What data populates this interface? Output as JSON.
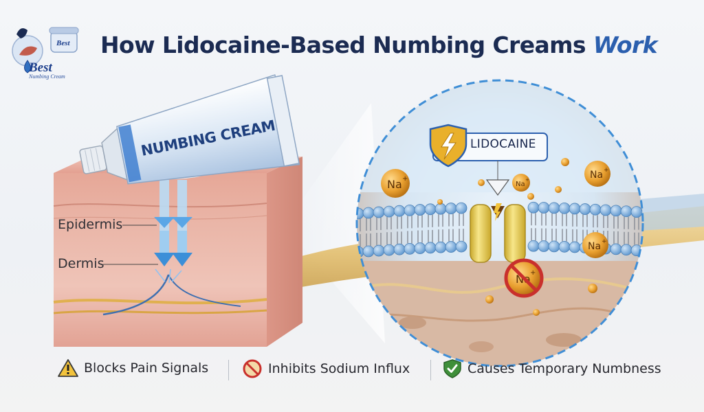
{
  "header": {
    "title_main": "How Lidocaine-Based Numbing Creams",
    "title_accent": "Work"
  },
  "logo": {
    "line1": "Best",
    "line2": "Numbing Cream",
    "jar_text": "Best"
  },
  "diagram": {
    "tube_label": "NUMBING CREAM",
    "layers": {
      "epidermis": "Epidermis",
      "dermis": "Dermis"
    },
    "lidocaine_label": "LIDOCAINE",
    "ion": "Na",
    "ion_charge": "+"
  },
  "features": [
    {
      "icon": "warning-icon",
      "label": "Blocks Pain Signals"
    },
    {
      "icon": "no-sodium-icon",
      "label": "Inhibits Sodium Influx"
    },
    {
      "icon": "shield-check-icon",
      "label": "Causes Temporary Numbness"
    }
  ],
  "colors": {
    "title": "#1b2b52",
    "accent": "#2b5fae",
    "skin": "#e8a99c",
    "membrane_head": "#7fb3e0",
    "channel": "#e6c84a",
    "ion": "#e9a030",
    "prohibit": "#c9302c",
    "shield_green": "#3f8f3a"
  }
}
